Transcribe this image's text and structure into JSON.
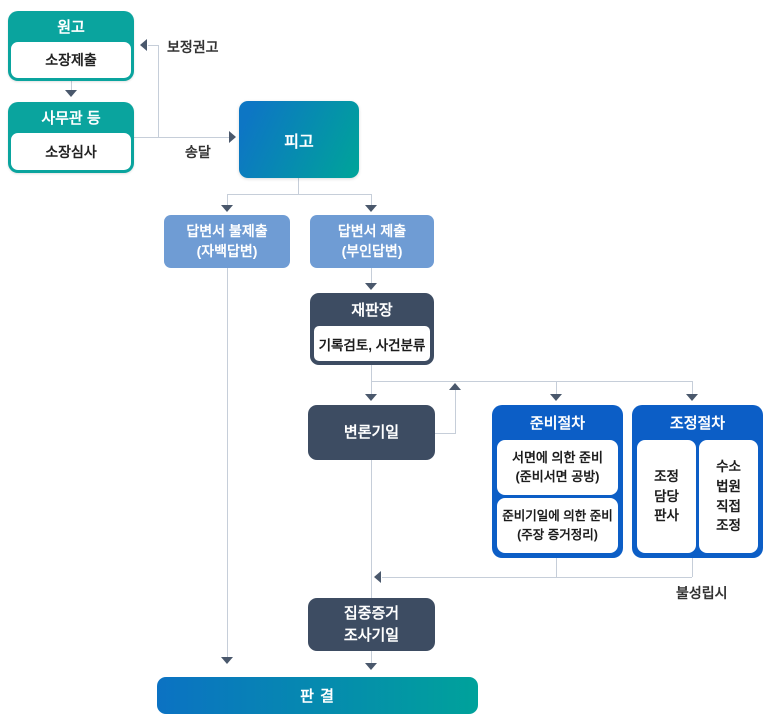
{
  "diagram_title": "civil-litigation-procedure-flowchart",
  "nodes": {
    "plaintiff": {
      "title": "원고",
      "body": "소장제출"
    },
    "clerk": {
      "title": "사무관 등",
      "body": "소장심사"
    },
    "defendant": {
      "title": "피고"
    },
    "answer_not_submitted": {
      "label": "답변서 불제출\n(자백답변)"
    },
    "answer_submitted": {
      "label": "답변서 제출\n(부인답변)"
    },
    "presiding_judge": {
      "title": "재판장",
      "body": "기록검토, 사건분류"
    },
    "hearing_date": {
      "label": "변론기일"
    },
    "preparation": {
      "title": "준비절차",
      "item1": "서면에 의한 준비\n(준비서면 공방)",
      "item2": "준비기일에 의한 준비\n(주장 증거정리)"
    },
    "mediation": {
      "title": "조정절차",
      "item1": "조정\n담당\n판사",
      "item2": "수소\n법원\n직접\n조정"
    },
    "evidence_date": {
      "label": "집중증거\n조사기일"
    },
    "judgment": {
      "label": "판 결"
    }
  },
  "edge_labels": {
    "correction_recommendation": "보정권고",
    "service": "송달",
    "mediation_failure": "불성립시"
  },
  "colors": {
    "teal": "#0aa49e",
    "navy": "#3d4c62",
    "light_blue": "#6f9cd4",
    "blue": "#0c5ec6",
    "gradient_start": "#0d76c4",
    "gradient_end": "#00a29b",
    "line": "#c6ced9",
    "arrowhead": "#4a586c",
    "label_text": "#333333"
  }
}
